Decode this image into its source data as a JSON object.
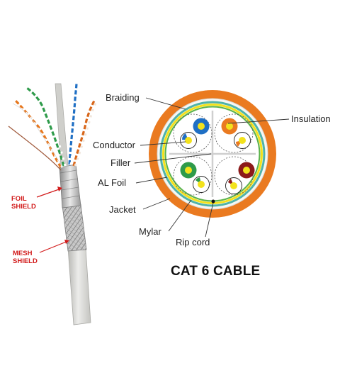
{
  "title": "CAT 6 CABLE",
  "labels": {
    "braiding": "Braiding",
    "insulation": "Insulation",
    "conductor": "Conductor",
    "filler": "Filler",
    "al_foil": "AL Foil",
    "jacket": "Jacket",
    "mylar": "Mylar",
    "rip_cord": "Rip cord"
  },
  "side_labels": {
    "foil_shield": [
      "FOIL",
      "SHIELD"
    ],
    "mesh_shield": [
      "MESH",
      "SHIELD"
    ]
  },
  "colors": {
    "jacket_orange": "#ea7a20",
    "orange_light": "#f5a55a",
    "green": "#2e9b4a",
    "blue": "#1f6fc4",
    "yellow": "#f3e21c",
    "brown": "#8c1a1a",
    "foil_label_red": "#d21a1a",
    "cable_grey": "#dcdcd8"
  }
}
